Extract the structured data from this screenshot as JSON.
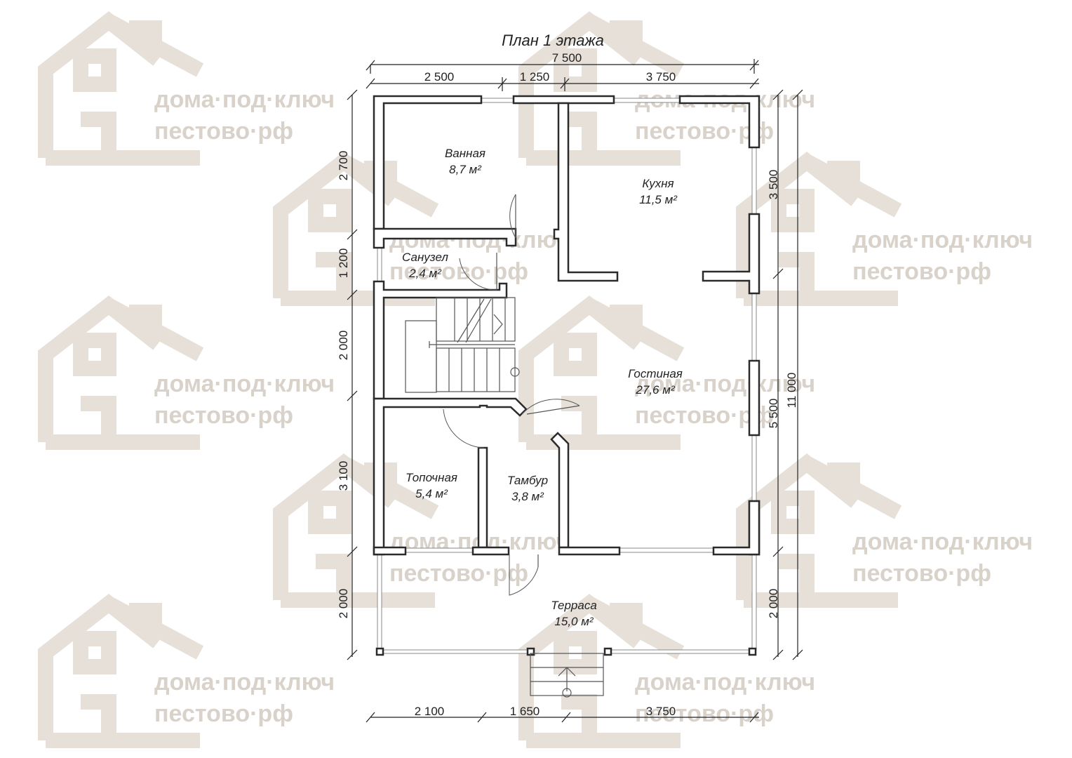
{
  "plan": {
    "title": "План 1 этажа",
    "watermark": {
      "line1": "дома·под·ключ",
      "line2": "пестово·рф",
      "color": "#d9d2ca",
      "icon": "house-logo-icon"
    },
    "dims_top": {
      "total": "7 500",
      "parts": [
        "2 500",
        "1 250",
        "3 750"
      ]
    },
    "dims_bottom": {
      "parts": [
        "2 100",
        "1 650",
        "3 750"
      ]
    },
    "dims_left": [
      "2 700",
      "1 200",
      "2 000",
      "3 100",
      "2 000"
    ],
    "dims_right": {
      "total": "11 000",
      "parts": [
        "3 500",
        "5 500",
        "2 000"
      ]
    },
    "rooms": [
      {
        "name": "Ванная",
        "area": "8,7 м²"
      },
      {
        "name": "Кухня",
        "area": "11,5 м²"
      },
      {
        "name": "Санузел",
        "area": "2,4 м²"
      },
      {
        "name": "Гостиная",
        "area": "27,6 м²"
      },
      {
        "name": "Топочная",
        "area": "5,4 м²"
      },
      {
        "name": "Тамбур",
        "area": "3,8 м²"
      },
      {
        "name": "Терраса",
        "area": "15,0 м²"
      }
    ]
  }
}
